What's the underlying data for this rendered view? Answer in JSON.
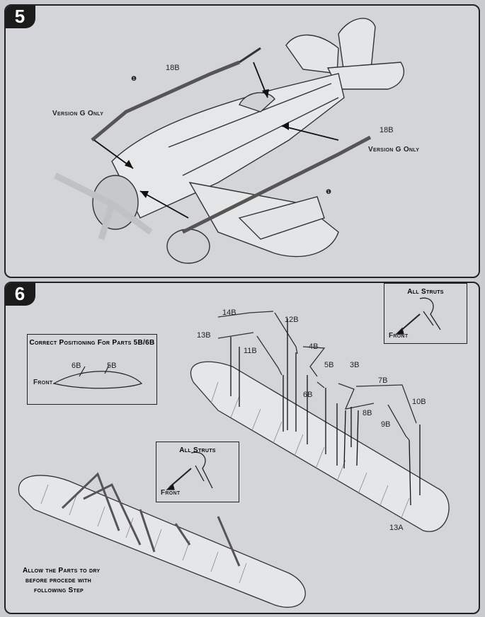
{
  "step5": {
    "number": "5",
    "label_18b_top": "18B",
    "label_18b_right": "18B",
    "callout_top": "❶",
    "callout_right": "❶",
    "version_left": "Version G Only",
    "version_right": "Version G Only"
  },
  "step6": {
    "number": "6",
    "inset_positioning": {
      "title": "Correct Positioning For Parts 5B/6B",
      "front": "Front",
      "part_6b": "6B",
      "part_5b": "5B"
    },
    "inset_all_struts_top": {
      "title": "All Struts",
      "front": "Front"
    },
    "inset_all_struts_mid": {
      "title": "All Struts",
      "front": "Front"
    },
    "parts": {
      "p14b": "14B",
      "p12b": "12B",
      "p13b": "13B",
      "p11b": "11B",
      "p4b": "4B",
      "p5b": "5B",
      "p3b": "3B",
      "p6b": "6B",
      "p7b": "7B",
      "p10b": "10B",
      "p8b": "8B",
      "p9b": "9B",
      "p13a": "13A"
    },
    "note": [
      "Allow the Parts to dry",
      "before procede with",
      "following Step"
    ]
  }
}
